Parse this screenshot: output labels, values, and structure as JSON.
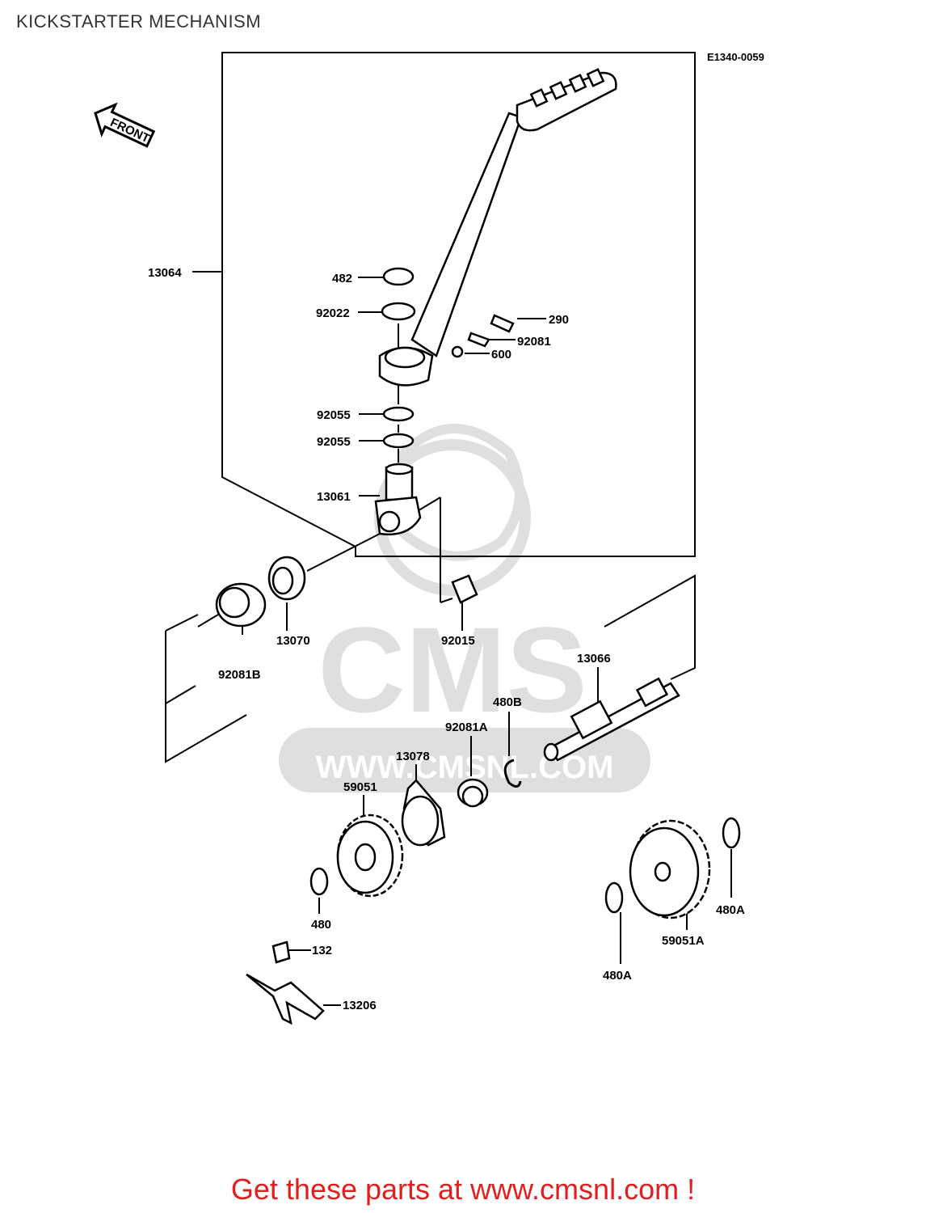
{
  "title": "KICKSTARTER MECHANISM",
  "diagram_code": "E1340-0059",
  "front_label": "FRONT",
  "watermark": {
    "logo_text": "CMS",
    "url_text": "WWW.CMSNL.COM"
  },
  "parts": [
    {
      "id": "13064"
    },
    {
      "id": "482"
    },
    {
      "id": "92022"
    },
    {
      "id": "290"
    },
    {
      "id": "92081"
    },
    {
      "id": "600"
    },
    {
      "id": "92055"
    },
    {
      "id": "92055"
    },
    {
      "id": "13061"
    },
    {
      "id": "13070"
    },
    {
      "id": "92015"
    },
    {
      "id": "92081B"
    },
    {
      "id": "13066"
    },
    {
      "id": "480B"
    },
    {
      "id": "92081A"
    },
    {
      "id": "13078"
    },
    {
      "id": "59051"
    },
    {
      "id": "480"
    },
    {
      "id": "132"
    },
    {
      "id": "13206"
    },
    {
      "id": "480A"
    },
    {
      "id": "59051A"
    },
    {
      "id": "480A"
    }
  ],
  "footer_text": "Get these parts at www.cmsnl.com !"
}
